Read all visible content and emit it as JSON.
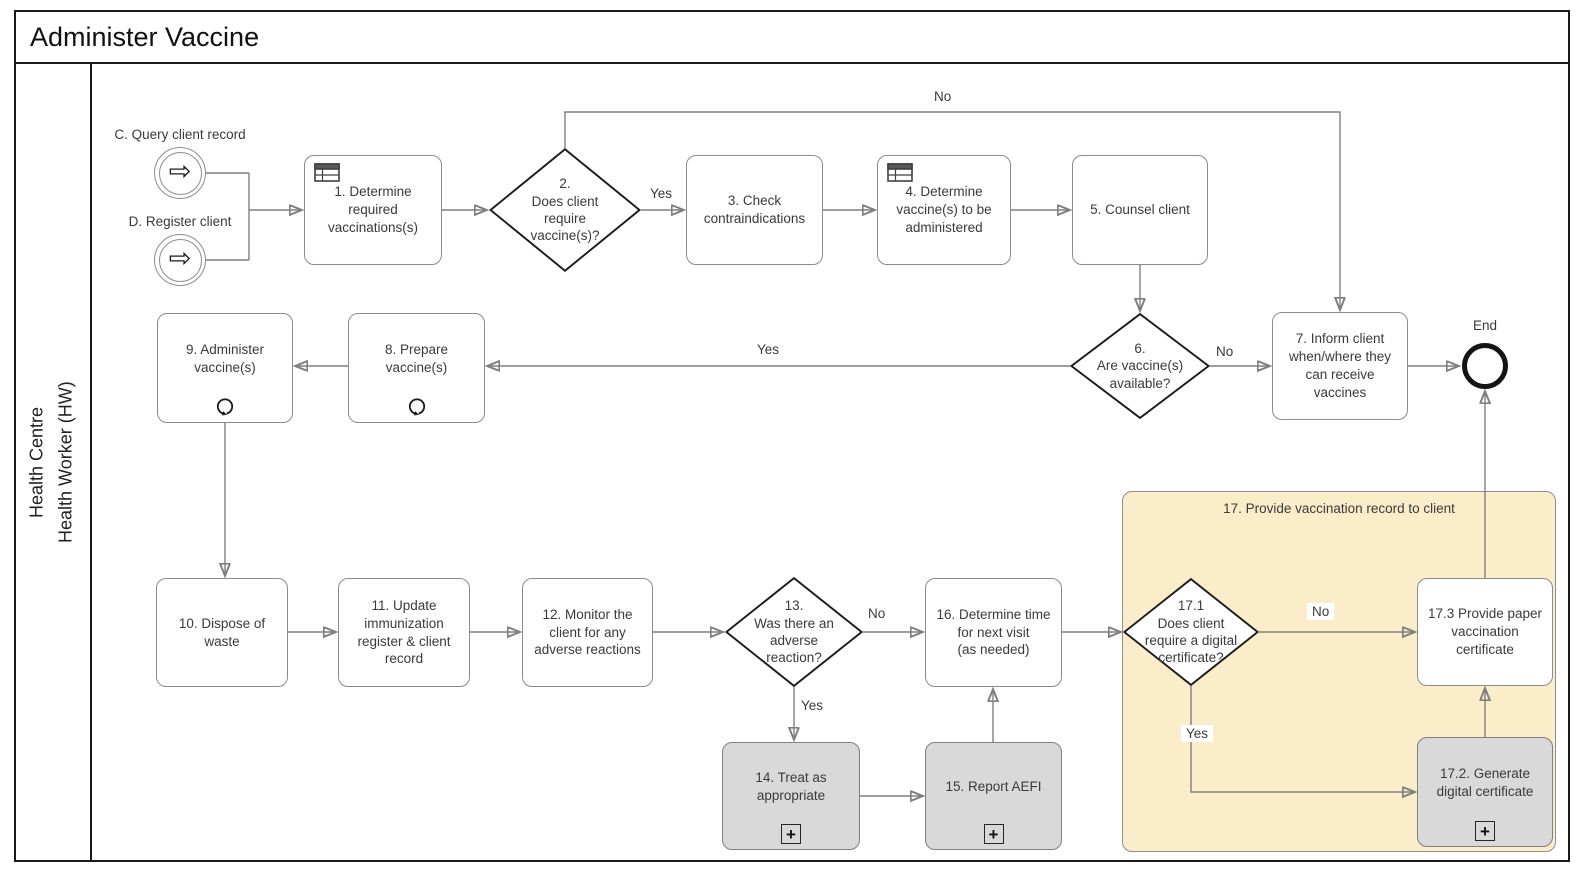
{
  "title": "Administer Vaccine",
  "pool": {
    "name": "Health Centre",
    "lane": "Health Worker (HW)"
  },
  "icons": {
    "link_event_arrow": "⇨",
    "subprocess_plus": "+"
  },
  "colors": {
    "task_fill": "#ffffff",
    "subprocess_fill": "#d9d9d9",
    "group_fill": "#fbecca",
    "connector": "#7f7f7f",
    "node_border": "#8c8c8c",
    "shape_stroke": "#1a1a1a"
  },
  "nodes": {
    "start_c": {
      "label": "C. Query client record"
    },
    "start_d": {
      "label": "D. Register client"
    },
    "task1": {
      "label": "1. Determine\nrequired\nvaccinations(s)"
    },
    "gw2": {
      "label": "2.\nDoes client\nrequire\nvaccine(s)?"
    },
    "task3": {
      "label": "3. Check\ncontraindications"
    },
    "task4": {
      "label": "4. Determine\nvaccine(s) to be\nadministered"
    },
    "task5": {
      "label": "5. Counsel client"
    },
    "gw6": {
      "label": "6.\nAre vaccine(s)\navailable?"
    },
    "task7": {
      "label": "7. Inform client\nwhen/where they\ncan receive vaccines"
    },
    "task8": {
      "label": "8. Prepare\nvaccine(s)"
    },
    "task9": {
      "label": "9. Administer\nvaccine(s)"
    },
    "task10": {
      "label": "10. Dispose of\nwaste"
    },
    "task11": {
      "label": "11. Update\nimmunization\nregister & client\nrecord"
    },
    "task12": {
      "label": "12. Monitor the\nclient for any\nadverse reactions"
    },
    "gw13": {
      "label": "13.\nWas there an\nadverse\nreaction?"
    },
    "task14": {
      "label": "14. Treat as\nappropriate"
    },
    "task15": {
      "label": "15. Report AEFI"
    },
    "task16": {
      "label": "16. Determine time\nfor next visit\n(as needed)"
    },
    "group17": {
      "label": "17. Provide vaccination record to client"
    },
    "gw17_1": {
      "label": "17.1\nDoes client\nrequire a digital\ncertificate?"
    },
    "task17_2": {
      "label": "17.2. Generate\ndigital certificate"
    },
    "task17_3": {
      "label": "17.3 Provide paper\nvaccination\ncertificate"
    },
    "end": {
      "label": "End"
    }
  },
  "edge_labels": {
    "no_top": "No",
    "yes_2": "Yes",
    "no_6": "No",
    "yes_6": "Yes",
    "no_13": "No",
    "yes_13": "Yes",
    "no_17_1": "No",
    "yes_17_1": "Yes"
  }
}
